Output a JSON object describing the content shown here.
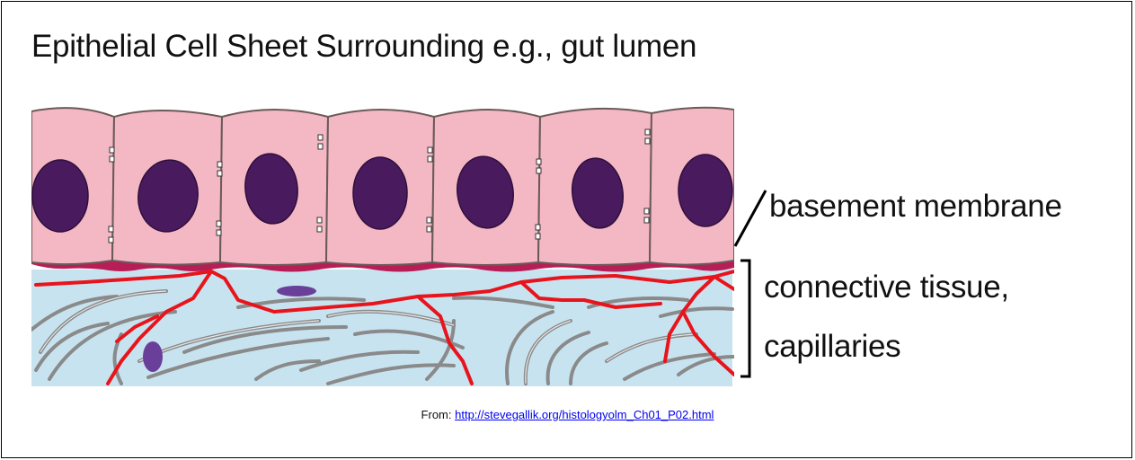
{
  "title": "Epithelial Cell Sheet Surrounding  e.g., gut lumen",
  "labels": {
    "basement_membrane": "basement membrane",
    "connective_line1": "connective tissue,",
    "connective_line2": "capillaries"
  },
  "caption": {
    "prefix": "From: ",
    "link_text": "http://stevegallik.org/histologyolm_Ch01_P02.html"
  },
  "colors": {
    "cell_fill": "#f4b8c4",
    "cell_outline": "#6b5a5a",
    "nucleus": "#4a1a5e",
    "basement": "#b81e56",
    "connective_bg": "#c8e3f0",
    "fiber": "#8c8c8c",
    "capillary": "#e8141c"
  }
}
